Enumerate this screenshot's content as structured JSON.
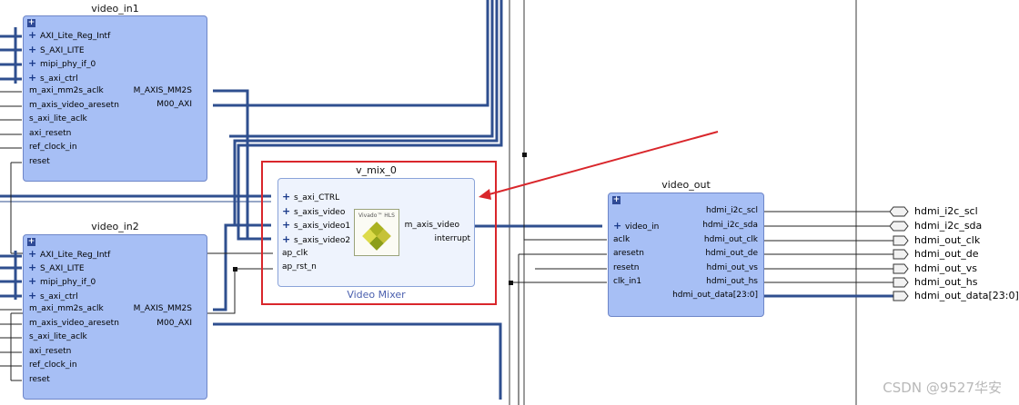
{
  "blocks": {
    "video_in1": {
      "title": "video_in1",
      "inputs": [
        "AXI_Lite_Reg_Intf",
        "S_AXI_LITE",
        "mipi_phy_if_0",
        "s_axi_ctrl",
        "m_axi_mm2s_aclk",
        "m_axis_video_aresetn",
        "s_axi_lite_aclk",
        "axi_resetn",
        "ref_clock_in",
        "reset"
      ],
      "outputs": [
        "M_AXIS_MM2S",
        "M00_AXI"
      ]
    },
    "video_in2": {
      "title": "video_in2",
      "inputs": [
        "AXI_Lite_Reg_Intf",
        "S_AXI_LITE",
        "mipi_phy_if_0",
        "s_axi_ctrl",
        "m_axi_mm2s_aclk",
        "m_axis_video_aresetn",
        "s_axi_lite_aclk",
        "axi_resetn",
        "ref_clock_in",
        "reset"
      ],
      "outputs": [
        "M_AXIS_MM2S",
        "M00_AXI"
      ]
    },
    "v_mix_0": {
      "title": "v_mix_0",
      "subtitle": "Video Mixer",
      "logo_text": "Vivado™ HLS",
      "inputs": [
        "s_axi_CTRL",
        "s_axis_video",
        "s_axis_video1",
        "s_axis_video2",
        "ap_clk",
        "ap_rst_n"
      ],
      "outputs": [
        "m_axis_video",
        "interrupt"
      ]
    },
    "video_out": {
      "title": "video_out",
      "inputs": [
        "video_in",
        "aclk",
        "aresetn",
        "resetn",
        "clk_in1"
      ],
      "outputs": [
        "hdmi_i2c_scl",
        "hdmi_i2c_sda",
        "hdmi_out_clk",
        "hdmi_out_de",
        "hdmi_out_vs",
        "hdmi_out_hs",
        "hdmi_out_data[23:0]"
      ]
    }
  },
  "external_ports": [
    "hdmi_i2c_scl",
    "hdmi_i2c_sda",
    "hdmi_out_clk",
    "hdmi_out_de",
    "hdmi_out_vs",
    "hdmi_out_hs",
    "hdmi_out_data[23:0]"
  ],
  "watermark": "CSDN @9527华安",
  "colors": {
    "block_fill": "#a7bff5",
    "wire": "#2f4f8f",
    "highlight": "#d9262b"
  }
}
